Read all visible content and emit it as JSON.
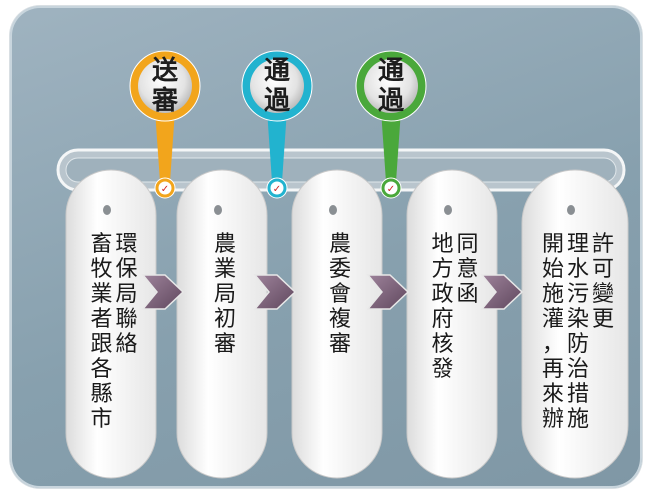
{
  "badges": [
    {
      "chars": [
        "送",
        "審"
      ],
      "color": "#f2a51c"
    },
    {
      "chars": [
        "通",
        "過"
      ],
      "color": "#22b3cf"
    },
    {
      "chars": [
        "通",
        "過"
      ],
      "color": "#4aa83b"
    }
  ],
  "steps": [
    {
      "columns": [
        [
          "環",
          "保",
          "局",
          "聯",
          "絡"
        ],
        [
          "畜",
          "牧",
          "業",
          "者",
          "跟",
          "各",
          "縣",
          "市"
        ]
      ]
    },
    {
      "columns": [
        [
          "農",
          "業",
          "局",
          "初",
          "審"
        ]
      ]
    },
    {
      "columns": [
        [
          "農",
          "委",
          "會",
          "複",
          "審"
        ]
      ]
    },
    {
      "columns": [
        [
          "同",
          "意",
          "函"
        ],
        [
          "地",
          "方",
          "政",
          "府",
          "核",
          "發"
        ]
      ]
    },
    {
      "columns": [
        [
          "許",
          "可",
          "變",
          "更"
        ],
        [
          "理",
          "水",
          "污",
          "染",
          "防",
          "治",
          "措",
          "施"
        ],
        [
          "開",
          "始",
          "施",
          "灌",
          "，",
          "再",
          "來",
          "辦"
        ]
      ]
    }
  ],
  "check_icon": "✓",
  "colors": {
    "panel": "#8aa2b0",
    "arrow": "#7a5f78",
    "card": "#f2f2f2"
  }
}
